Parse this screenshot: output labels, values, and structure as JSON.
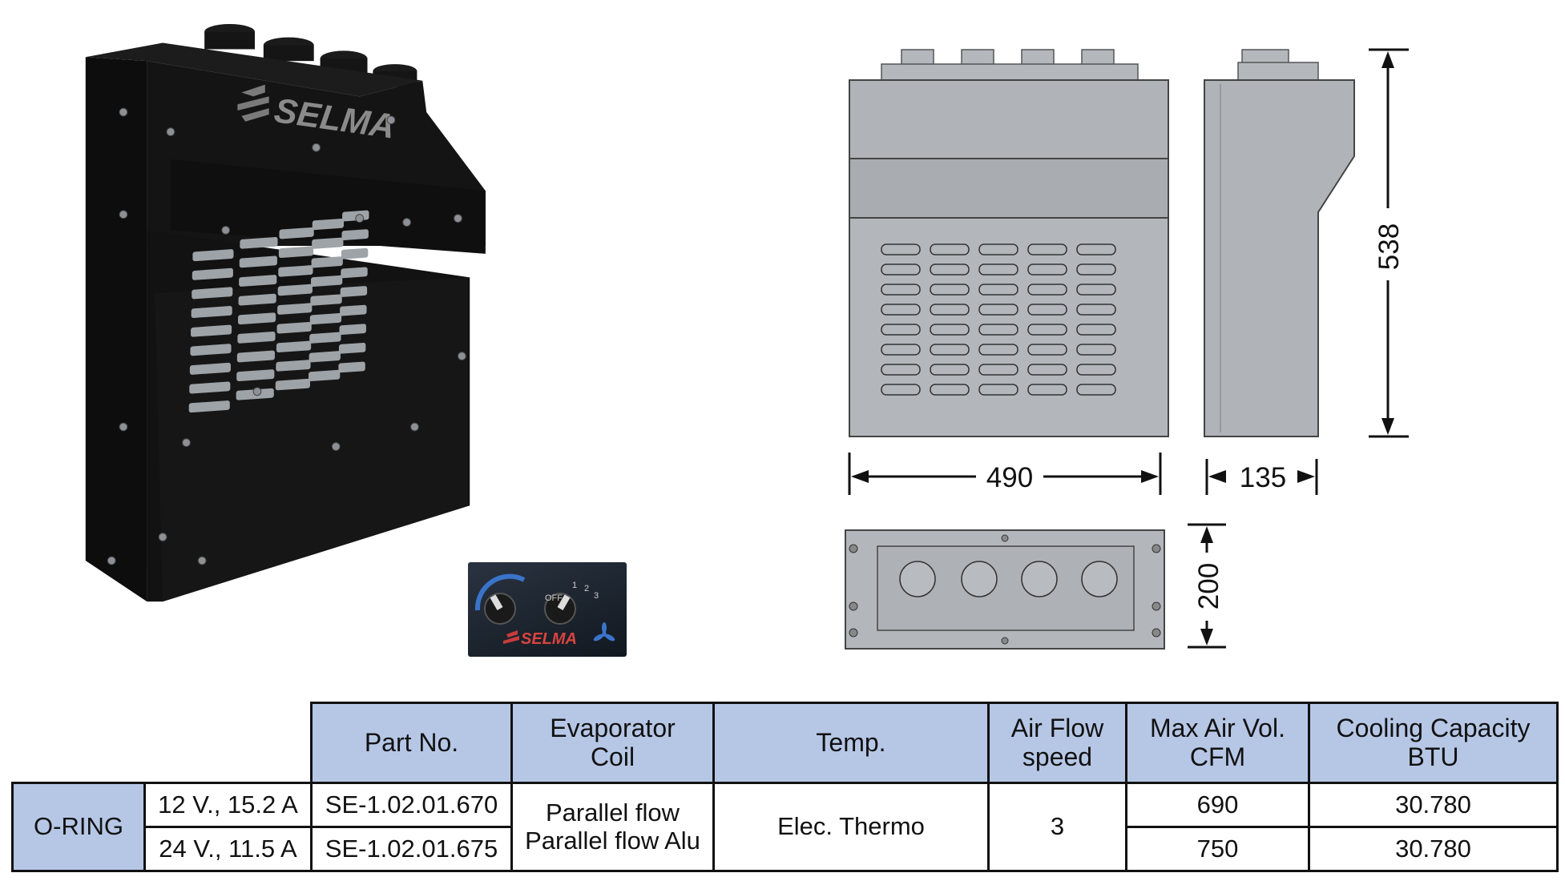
{
  "photo": {
    "logo_text": "SELMA"
  },
  "control_panel": {
    "logo_text": "SELMA",
    "off_label": "OFF",
    "speed_labels": [
      "1",
      "2",
      "3"
    ]
  },
  "dimensions": {
    "width": "490",
    "depth": "135",
    "height": "538",
    "bottom_depth": "200"
  },
  "table": {
    "headers": {
      "part_no": "Part No.",
      "evaporator_coil_line1": "Evaporator",
      "evaporator_coil_line2": "Coil",
      "temp": "Temp.",
      "air_flow_line1": "Air Flow",
      "air_flow_line2": "speed",
      "max_air_line1": "Max Air Vol.",
      "max_air_line2": "CFM",
      "cooling_line1": "Cooling Capacity",
      "cooling_line2": "BTU"
    },
    "group_label": "O-RING",
    "rows": [
      {
        "voltage": "12 V., 15.2 A",
        "part_no": "SE-1.02.01.670",
        "coil": "Parallel flow",
        "max_air": "690",
        "cooling": "30.780"
      },
      {
        "voltage": "24 V., 11.5 A",
        "part_no": "SE-1.02.01.675",
        "coil": "Parallel flow Alu",
        "max_air": "750",
        "cooling": "30.780"
      }
    ],
    "temp": "Elec. Thermo",
    "air_flow_speed": "3"
  }
}
